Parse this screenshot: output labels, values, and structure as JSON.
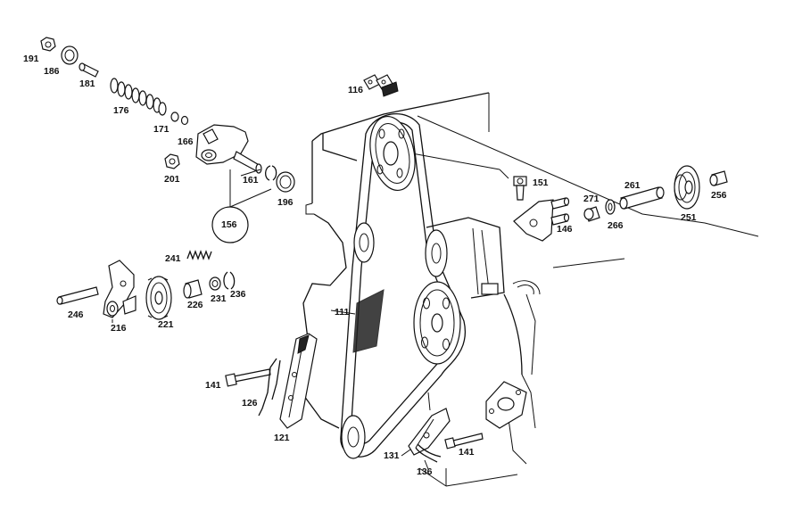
{
  "labels": {
    "p191": "191",
    "p186": "186",
    "p181": "181",
    "p176": "176",
    "p171": "171",
    "p166": "166",
    "p201": "201",
    "p161": "161",
    "p196": "196",
    "p156": "156",
    "p116": "116",
    "p151": "151",
    "p146": "146",
    "p271": "271",
    "p266": "266",
    "p261": "261",
    "p251": "251",
    "p256": "256",
    "p241": "241",
    "p246": "246",
    "p216": "216",
    "p221": "221",
    "p226": "226",
    "p231": "231",
    "p236": "236",
    "p111": "111",
    "p141a": "141",
    "p126": "126",
    "p121": "121",
    "p131": "131",
    "p136": "136",
    "p141b": "141"
  }
}
